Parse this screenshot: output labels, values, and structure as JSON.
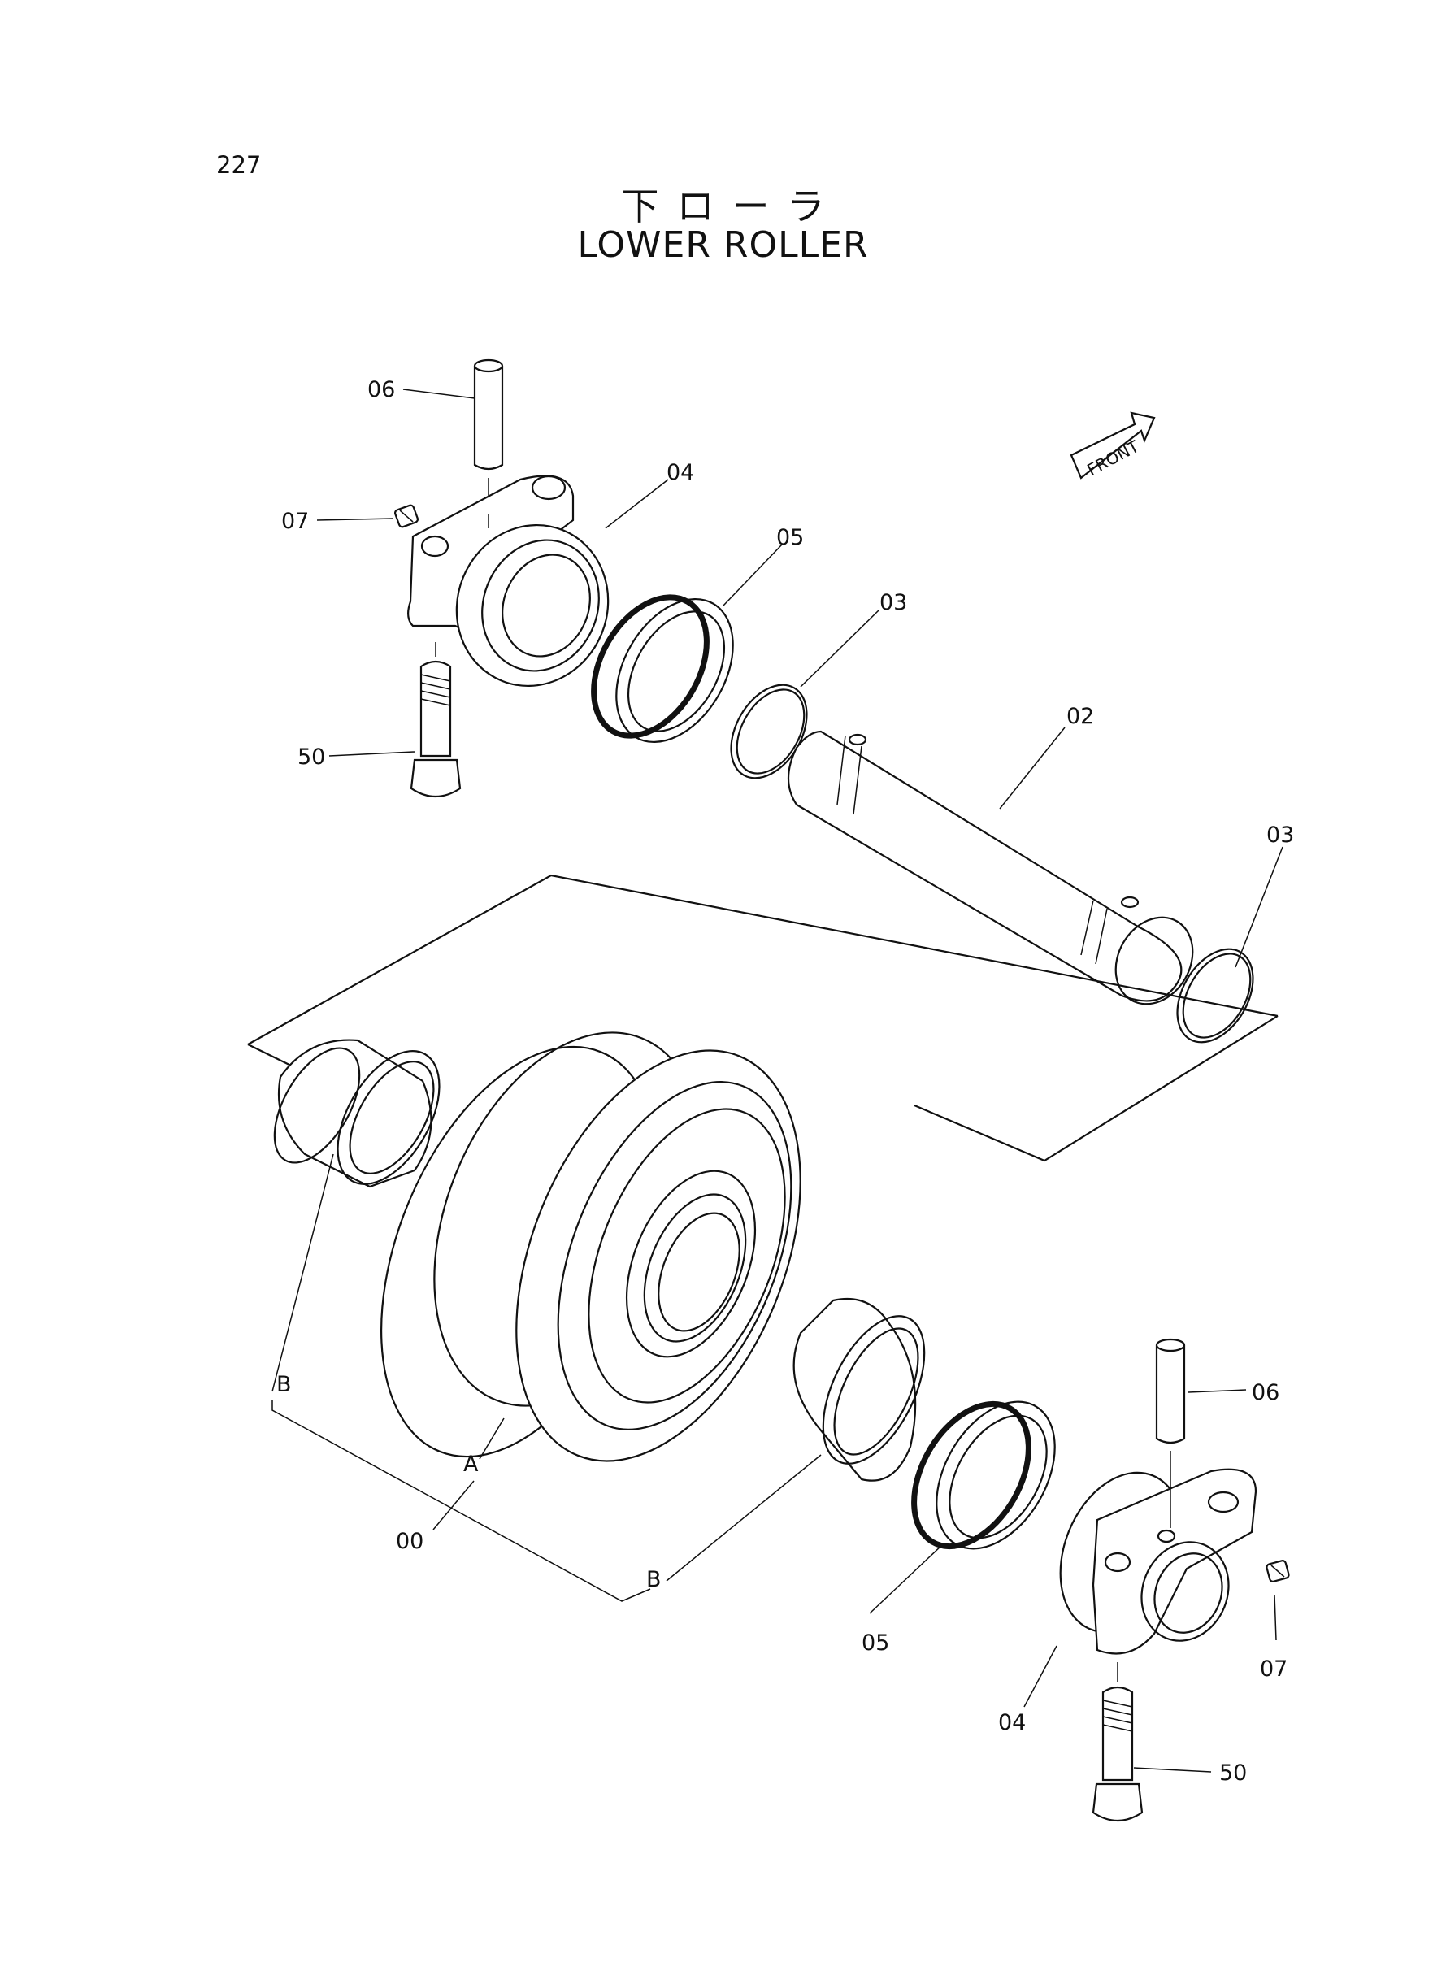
{
  "page_number": "227",
  "title_jp": "下ローラ",
  "title_en": "LOWER ROLLER",
  "front_indicator": "FRONT",
  "callouts": {
    "pin_top": "06",
    "plug_top": "07",
    "collar_top": "04",
    "seal_top": "05",
    "oring_top": "03",
    "shaft": "02",
    "oring_right": "03",
    "bolt_top": "50",
    "roller_sub_b_left": "B",
    "roller_sub_a": "A",
    "roller_assembly": "00",
    "roller_sub_b_right": "B",
    "seal_bottom": "05",
    "collar_bottom": "04",
    "pin_bottom": "06",
    "plug_bottom": "07",
    "bolt_bottom": "50"
  }
}
